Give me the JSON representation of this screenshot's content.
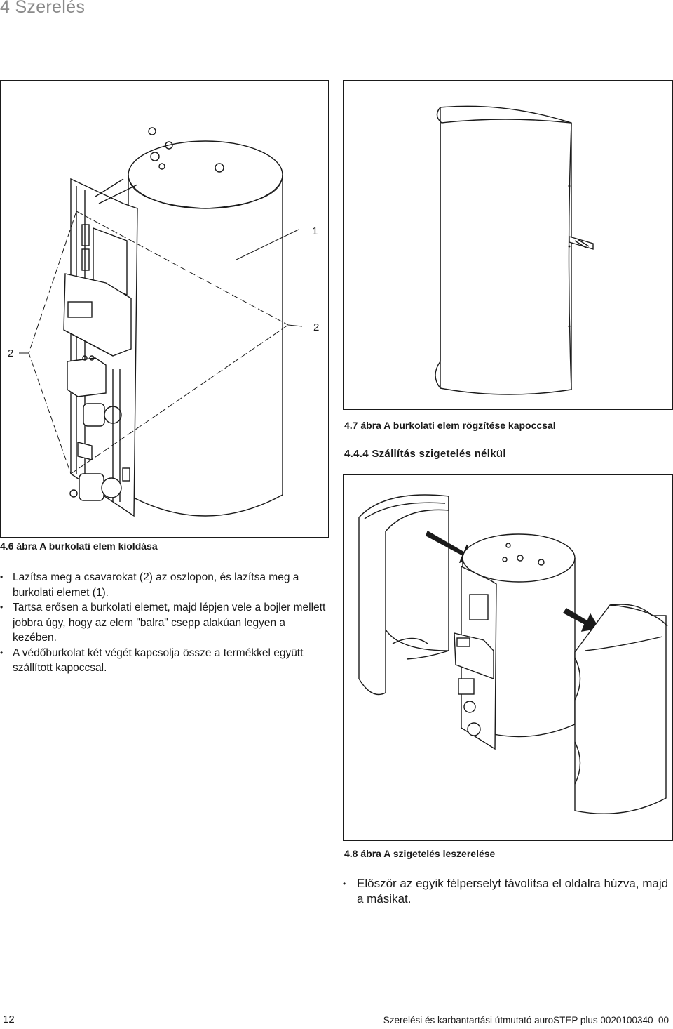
{
  "header": {
    "section_title": "4 Szerelés"
  },
  "figure_4_6": {
    "caption": "4.6 ábra A burkolati elem kioldása",
    "callout_1": "1",
    "callout_2_right": "2",
    "callout_2_left": "2"
  },
  "figure_4_7": {
    "caption": "4.7 ábra A burkolati elem rögzítése kapoccsal"
  },
  "subsection": {
    "title": "4.4.4   Szállítás szigetelés nélkül"
  },
  "figure_4_8": {
    "caption": "4.8 ábra A szigetelés leszerelése"
  },
  "instructions_left": [
    "Lazítsa meg a csavarokat (2) az oszlopon, és lazítsa meg a burkolati elemet (1).",
    "Tartsa erősen a burkolati elemet, majd lépjen vele a bojler mellett jobbra úgy, hogy az elem \"balra\" csepp alakúan legyen a kezében.",
    "A védőburkolat két végét kapcsolja össze a termékkel együtt szállított kapoccsal."
  ],
  "instructions_right": [
    "Először az egyik félperselyt távolítsa el oldalra húzva, majd a másikat."
  ],
  "footer": {
    "page_number": "12",
    "text": "Szerelési és karbantartási útmutató auroSTEP plus 0020100340_00"
  }
}
